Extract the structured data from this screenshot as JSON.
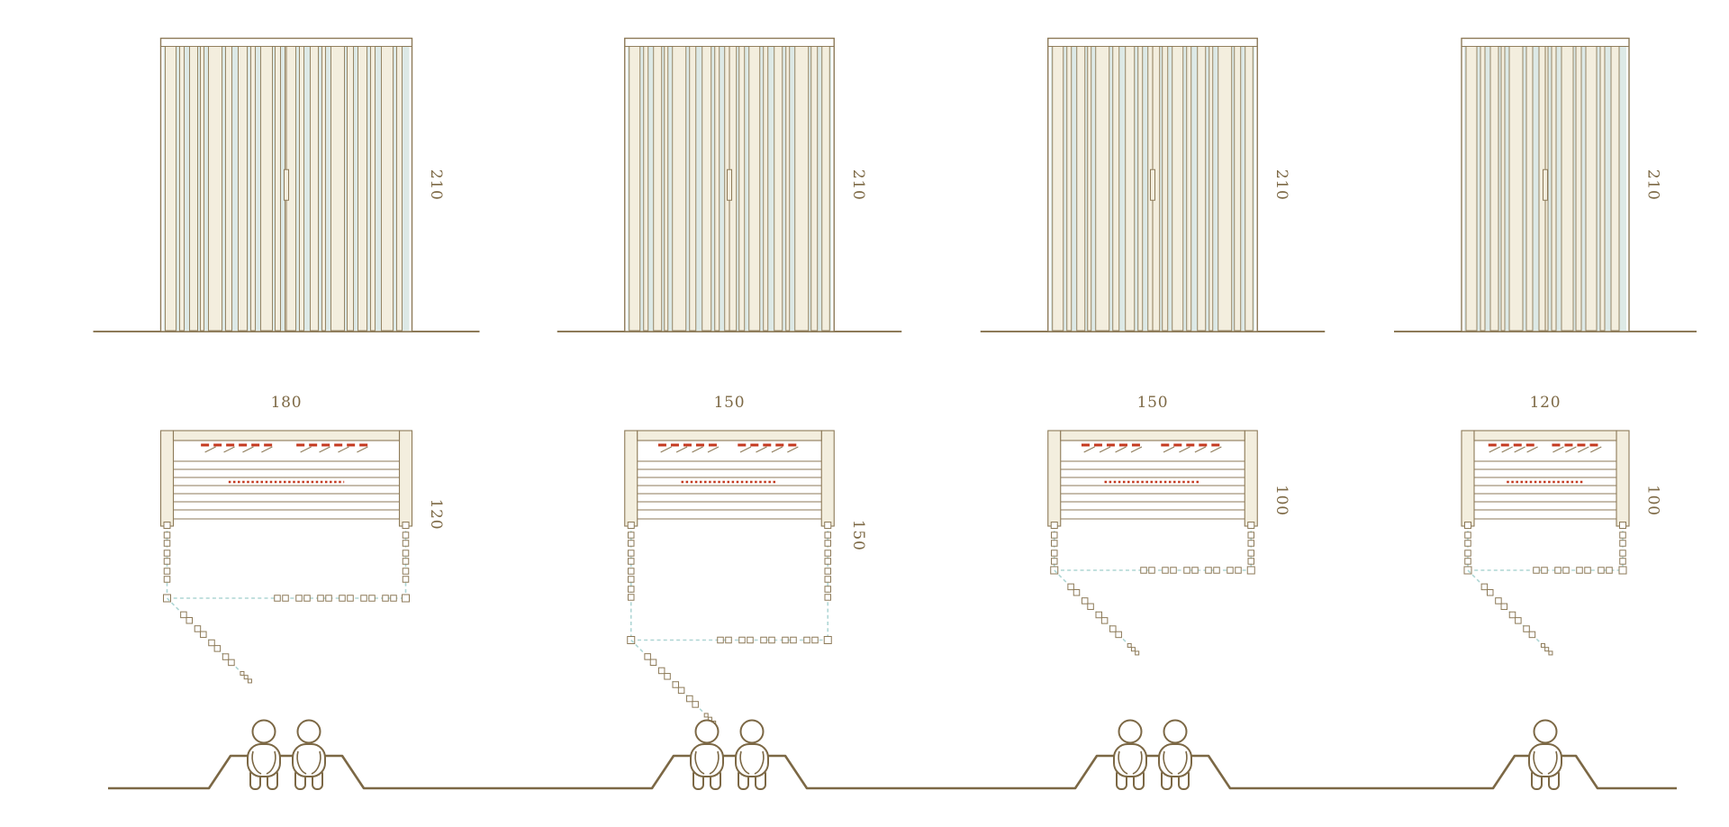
{
  "models": [
    {
      "id": "180x120",
      "width_label": "180",
      "depth_label": "120",
      "height_label": "210",
      "width_cm": 180,
      "depth_cm": 120,
      "height_cm": 210,
      "persons": 2
    },
    {
      "id": "150x150",
      "width_label": "150",
      "depth_label": "150",
      "height_label": "210",
      "width_cm": 150,
      "depth_cm": 150,
      "height_cm": 210,
      "persons": 2
    },
    {
      "id": "150x100",
      "width_label": "150",
      "depth_label": "100",
      "height_label": "210",
      "width_cm": 150,
      "depth_cm": 100,
      "height_cm": 210,
      "persons": 2
    },
    {
      "id": "120x100",
      "width_label": "120",
      "depth_label": "100",
      "height_label": "210",
      "width_cm": 120,
      "depth_cm": 100,
      "height_cm": 210,
      "persons": 1
    }
  ],
  "colors": {
    "line": "#8d7a58",
    "wood": "#f3eede",
    "glass": "#dde9e6",
    "swing": "#aed6d4",
    "red": "#c43a20",
    "bench": "#7c6845",
    "text": "#7d6945",
    "background": "#ffffff"
  }
}
